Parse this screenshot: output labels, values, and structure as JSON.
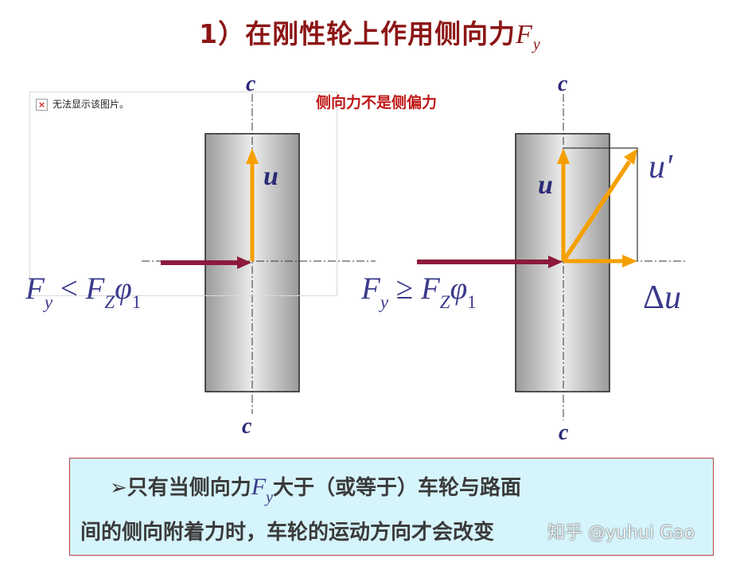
{
  "title": {
    "prefix": "1）在刚性轮上作用侧向力",
    "force_symbol": "F",
    "force_subscript": "y"
  },
  "broken_image": {
    "icon": "broken-image-icon",
    "text": "无法显示该图片。"
  },
  "note": "侧向力不是侧偏力",
  "labels": {
    "c_top_left": "c",
    "c_top_right": "c",
    "c_bottom_left": "c",
    "c_bottom_right": "c",
    "u_left": "u",
    "u_right": "u",
    "u_prime": "u'",
    "delta": "Δ",
    "delta_var": "u"
  },
  "inequality_left": {
    "lhs": "F",
    "lhs_sub": "y",
    "op": "<",
    "rhs": "F",
    "rhs_sub": "Z",
    "phi": "φ",
    "phi_sub": "1"
  },
  "inequality_right": {
    "lhs": "F",
    "lhs_sub": "y",
    "op": "≥",
    "rhs": "F",
    "rhs_sub": "Z",
    "phi": "φ",
    "phi_sub": "1"
  },
  "body": {
    "bullet": "➢",
    "line1_a": "只有当侧向力",
    "fy": "F",
    "fy_sub": "y",
    "line1_b": "大于（或等于）车轮与路面",
    "line2": "间的侧向附着力时，车轮的运动方向才会改变"
  },
  "watermark": "知乎 @yuhui Gao",
  "colors": {
    "title": "#8c1616",
    "note": "#c01818",
    "arrow_orange": "#f5a000",
    "arrow_force": "#8c1a3c",
    "wheel_mid": "#e8e8e8",
    "wheel_edge": "#9a9a9a",
    "box_fill": "#d6f4fb",
    "box_border": "#b84444"
  }
}
